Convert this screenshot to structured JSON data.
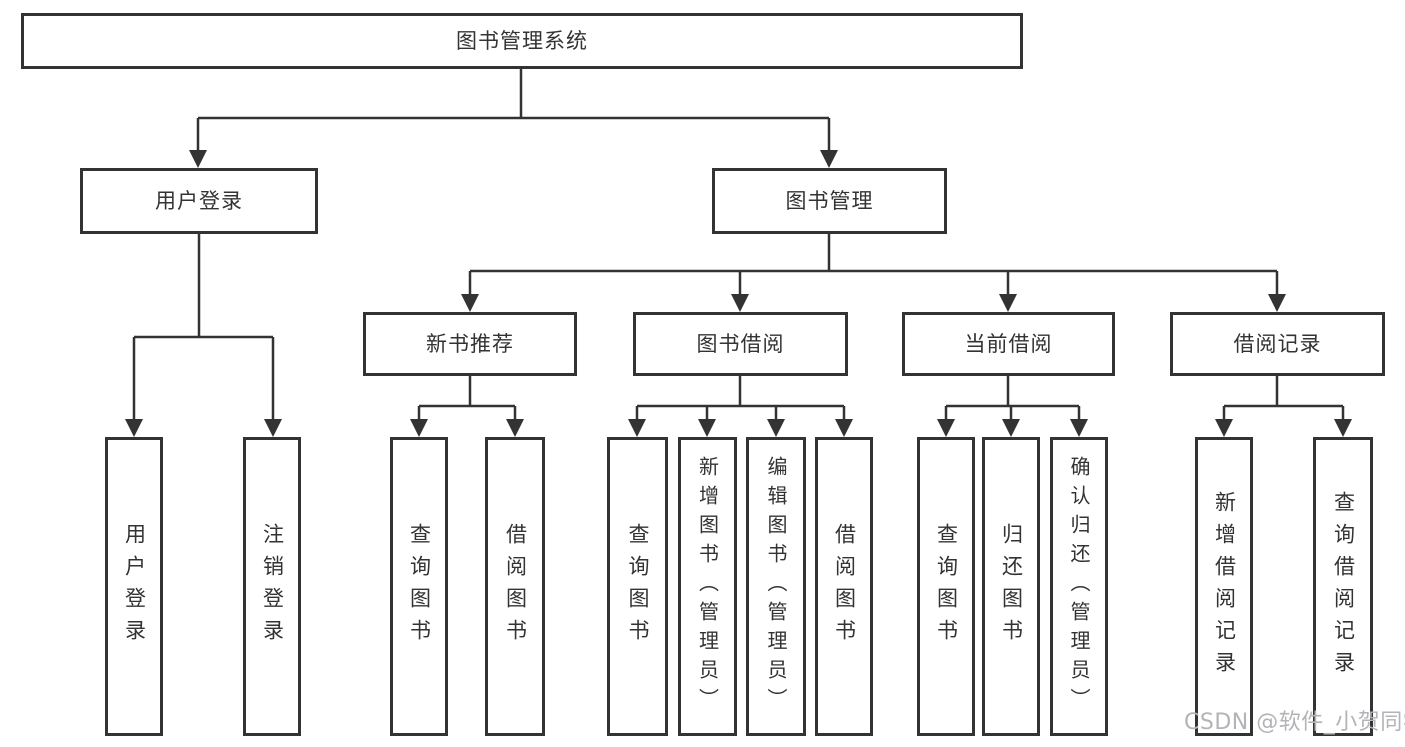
{
  "nodes": {
    "root": {
      "label": "图书管理系统"
    },
    "user_login": {
      "label": "用户登录"
    },
    "book_mgmt": {
      "label": "图书管理"
    },
    "new_book_rec": {
      "label": "新书推荐"
    },
    "book_borrow": {
      "label": "图书借阅"
    },
    "current_borrow": {
      "label": "当前借阅"
    },
    "borrow_records": {
      "label": "借阅记录"
    },
    "leaves": {
      "user_login": {
        "label": "用户登录"
      },
      "logout": {
        "label": "注销登录"
      },
      "rec_query_book": {
        "label": "查询图书"
      },
      "rec_borrow_book": {
        "label": "借阅图书"
      },
      "bb_query_book": {
        "label": "查询图书"
      },
      "bb_add_book": {
        "label": "新增图书（管理员）"
      },
      "bb_edit_book": {
        "label": "编辑图书（管理员）"
      },
      "bb_borrow_book": {
        "label": "借阅图书"
      },
      "cb_query_book": {
        "label": "查询图书"
      },
      "cb_return_book": {
        "label": "归还图书"
      },
      "cb_confirm_return": {
        "label": "确认归还（管理员）"
      },
      "br_add_record": {
        "label": "新增借阅记录"
      },
      "br_query_record": {
        "label": "查询借阅记录"
      }
    }
  },
  "watermark": {
    "text": "CSDN @软件_小贺同学"
  },
  "colors": {
    "line": "#333333",
    "box_border": "#333333",
    "text": "#333333",
    "watermark": "#b3b3b8",
    "background": "#ffffff"
  }
}
